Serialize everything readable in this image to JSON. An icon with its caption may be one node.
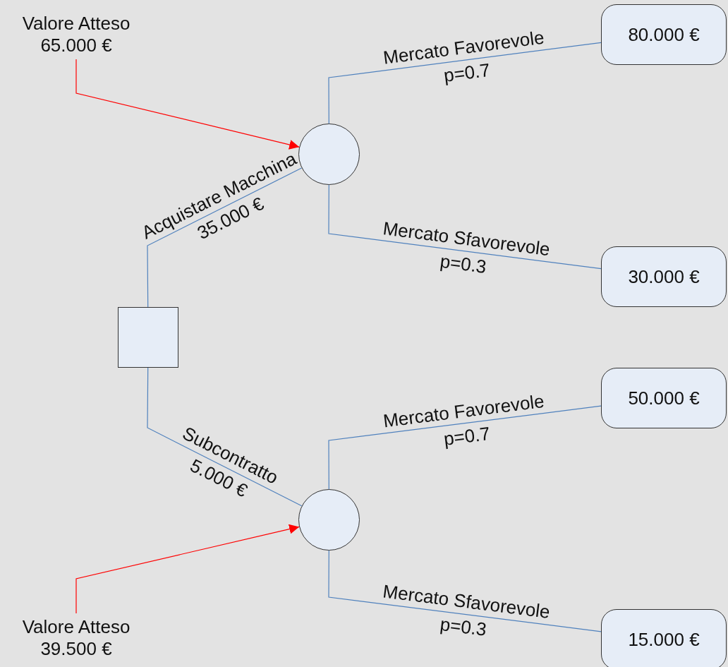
{
  "diagram": {
    "nodes": [
      {
        "text": [
          "Valore Atteso 65.000 €"
        ]
      },
      {
        "text": [],
        "shape": "box"
      },
      {
        "text": [],
        "shape": "circle"
      },
      {
        "text": [],
        "shape": "circle"
      },
      {
        "text": [
          "80.000 €"
        ]
      },
      {
        "text": [
          "30.000 €"
        ]
      },
      {
        "text": [
          "50.000 €"
        ]
      },
      {
        "text": [
          "15.000 €"
        ]
      },
      {
        "text": [
          "Valore Atteso 39.500 €"
        ]
      }
    ],
    "edges": [
      {
        "from": 0,
        "to": 2,
        "arrow": "to",
        "color": "#ff0000"
      },
      {
        "from": 1,
        "to": 2,
        "arrow": "none",
        "label": "Acquistare Macchina 35.000 €"
      },
      {
        "from": 1,
        "to": 3,
        "arrow": "none",
        "label": "Subcontratto 5.000 €"
      },
      {
        "from": 2,
        "to": 4,
        "arrow": "none",
        "label": "Mercato Favorevole p=0.7"
      },
      {
        "from": 2,
        "to": 5,
        "arrow": "none",
        "label": "Mercato Sfavorevole p=0.3"
      },
      {
        "from": 3,
        "to": 6,
        "arrow": "none",
        "label": "Mercato Favorevole p=0.7"
      },
      {
        "from": 3,
        "to": 7,
        "arrow": "none",
        "label": "Mercato Sfavorevole p=0.3"
      },
      {
        "from": 8,
        "to": 3,
        "arrow": "to",
        "color": "#ff0000"
      }
    ]
  }
}
